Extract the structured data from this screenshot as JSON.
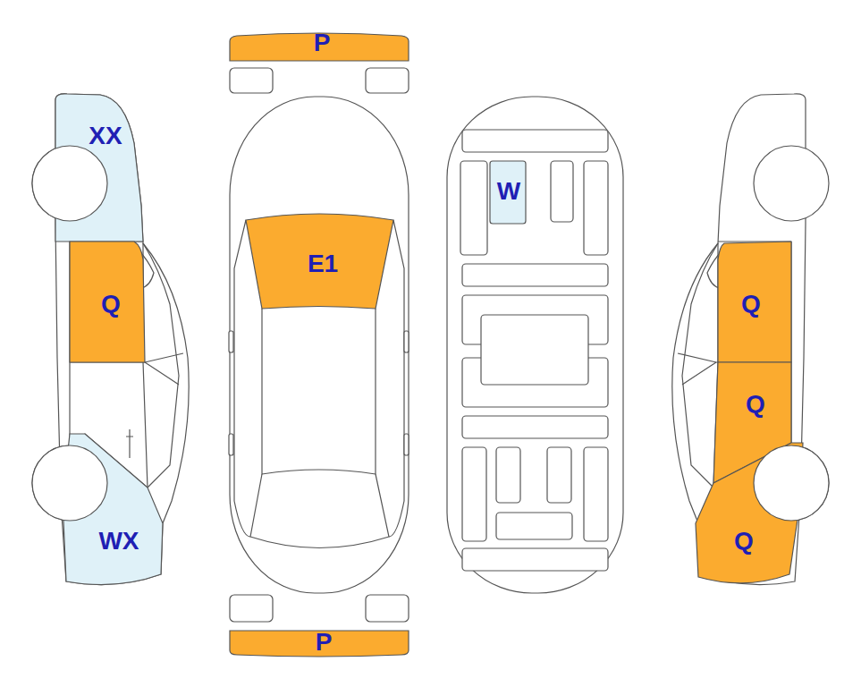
{
  "diagram": {
    "nodes": [
      {
        "text": [
          "P"
        ]
      },
      {
        "text": [
          "XX"
        ]
      },
      {
        "text": [
          "W"
        ]
      },
      {
        "text": [
          "E1"
        ]
      },
      {
        "text": [
          "Q"
        ]
      },
      {
        "text": [
          "Q"
        ]
      },
      {
        "text": [
          "Q"
        ]
      },
      {
        "text": [
          "WX"
        ]
      },
      {
        "text": [
          "Q"
        ]
      },
      {
        "text": [
          "P"
        ]
      }
    ]
  }
}
